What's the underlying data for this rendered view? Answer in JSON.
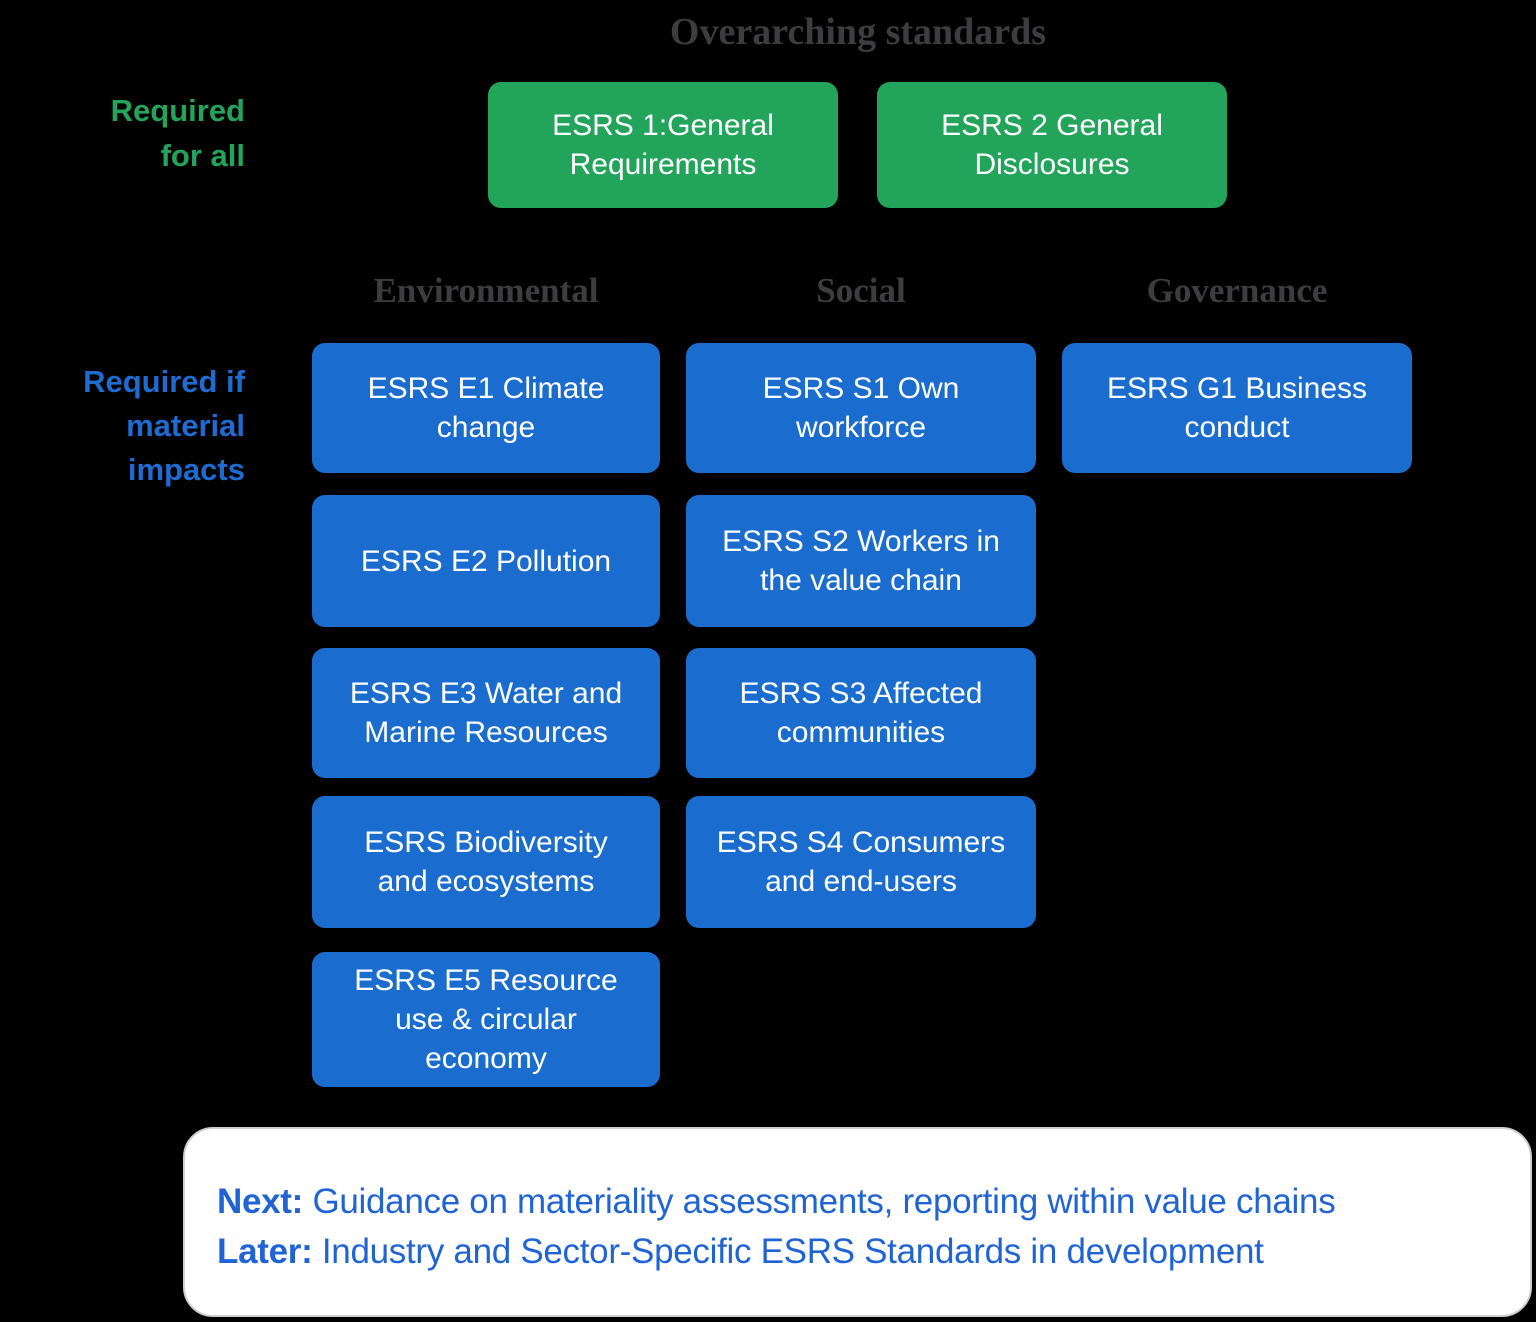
{
  "title": "Overarching standards",
  "side_labels": {
    "required_for_all": "Required\nfor all",
    "required_if_material": "Required if\nmaterial\nimpacts"
  },
  "overarching": {
    "boxes": [
      {
        "label": "ESRS 1:General\nRequirements"
      },
      {
        "label": "ESRS 2 General\nDisclosures"
      }
    ]
  },
  "columns": [
    {
      "header": "Environmental",
      "boxes": [
        {
          "label": "ESRS E1 Climate\nchange"
        },
        {
          "label": "ESRS E2 Pollution"
        },
        {
          "label": "ESRS E3 Water and\nMarine Resources"
        },
        {
          "label": "ESRS Biodiversity\nand ecosystems"
        },
        {
          "label": "ESRS E5 Resource\nuse & circular\neconomy"
        }
      ]
    },
    {
      "header": "Social",
      "boxes": [
        {
          "label": "ESRS S1 Own\nworkforce"
        },
        {
          "label": "ESRS S2 Workers in\nthe value chain"
        },
        {
          "label": "ESRS S3 Affected\ncommunities"
        },
        {
          "label": "ESRS S4 Consumers\nand end-users"
        }
      ]
    },
    {
      "header": "Governance",
      "boxes": [
        {
          "label": "ESRS G1 Business\nconduct"
        }
      ]
    }
  ],
  "footer": {
    "lines": [
      {
        "label": "Next:",
        "text": " Guidance on materiality assessments, reporting within value chains"
      },
      {
        "label": "Later:",
        "text": " Industry and Sector-Specific ESRS Standards in development"
      }
    ]
  },
  "colors": {
    "background": "#000000",
    "green": "#23a45b",
    "blue": "#1a6dce",
    "heading_gray": "#3d3d40",
    "footer_text_blue": "#1f63d5",
    "panel_white": "#ffffff"
  }
}
